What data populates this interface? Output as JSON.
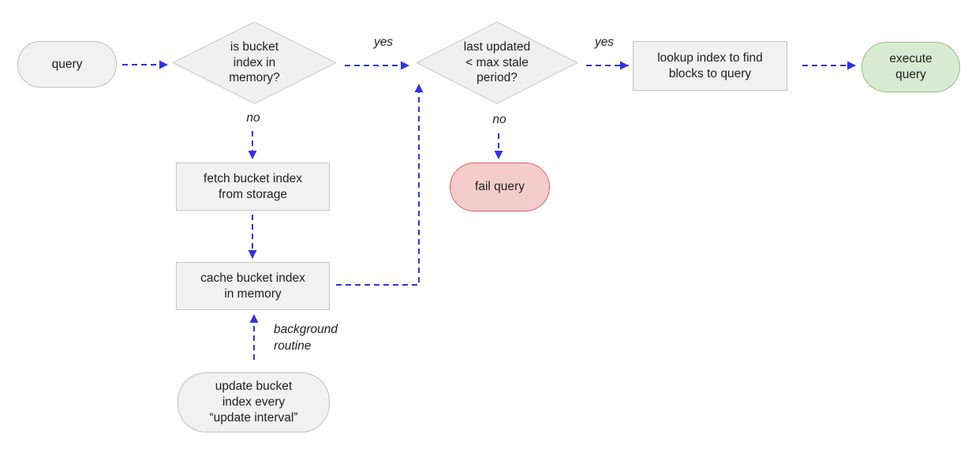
{
  "diagram": {
    "type": "flowchart",
    "colors": {
      "node_fill_gray": "#f1f1f1",
      "node_border_gray": "#c6c6c6",
      "success_fill": "#d9ead3",
      "success_border": "#93c47d",
      "fail_fill": "#f4cccc",
      "fail_border": "#dd5f5f",
      "arrow_blue": "#3434dd",
      "text": "#1f1f1f"
    },
    "nodes": {
      "start_query": {
        "type": "terminal",
        "label": "query"
      },
      "decision_index_in_memory": {
        "type": "decision",
        "label": "is bucket\nindex in\nmemory?"
      },
      "decision_last_updated": {
        "type": "decision",
        "label": "last updated\n< max stale\nperiod?"
      },
      "lookup_index": {
        "type": "process",
        "label": "lookup index to find\nblocks to query"
      },
      "execute_query": {
        "type": "terminal-success",
        "label": "execute\nquery"
      },
      "fail_query": {
        "type": "terminal-fail",
        "label": "fail query"
      },
      "fetch_bucket_index": {
        "type": "process",
        "label": "fetch bucket index\nfrom storage"
      },
      "cache_bucket_index": {
        "type": "process",
        "label": "cache bucket index\nin memory"
      },
      "update_bucket_index": {
        "type": "terminal",
        "label": "update bucket\nindex every\n“update interval”"
      }
    },
    "edge_labels": {
      "memory_yes": "yes",
      "memory_no": "no",
      "stale_yes": "yes",
      "stale_no": "no",
      "background_routine": "background\nroutine"
    }
  }
}
